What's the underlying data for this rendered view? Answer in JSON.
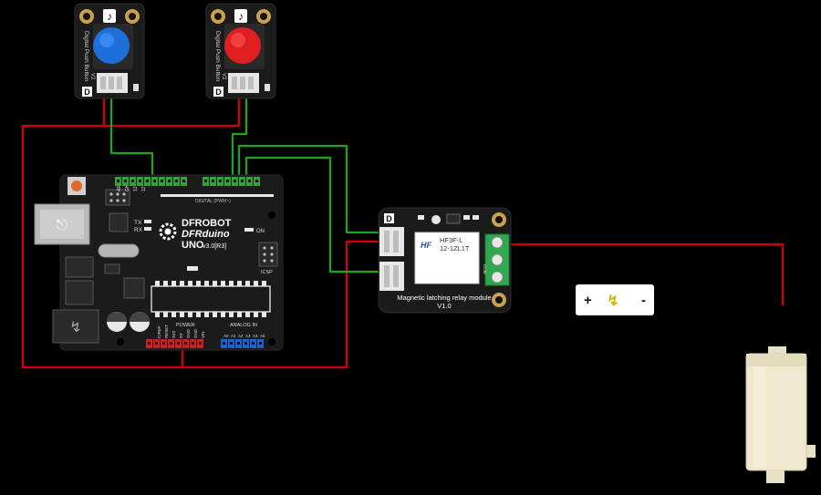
{
  "buttons": [
    {
      "text": "Digital Push Button",
      "ver": "V2",
      "pin": "D",
      "cap": "#1e6fd9",
      "cap_hi": "#4a9aff"
    },
    {
      "text": "Digital Push Button",
      "ver": "V2",
      "pin": "D",
      "cap": "#e02020",
      "cap_hi": "#ff5a5a"
    }
  ],
  "arduino": {
    "brand": "DFROBOT",
    "model": "DFRduino",
    "uno": "UNO",
    "version": "v3.0[R3]",
    "on_label": "ON",
    "icsp_label": "ICSP",
    "tx_label": "TX",
    "rx_label": "RX",
    "power_label": "POWER",
    "analog_label": "ANALOG IN",
    "digital_label": "DIGITAL (PWM~)",
    "aref_label": "AREF",
    "gnd_label": "GND",
    "pin_13": "13",
    "pin_12": "12",
    "power_pins": [
      "IOREF",
      "RESET",
      "3V3",
      "5V",
      "GND",
      "GND",
      "VIN"
    ],
    "analog_pins": [
      "A0",
      "A1",
      "A2",
      "A3",
      "A4",
      "A5"
    ]
  },
  "relay": {
    "name": "Magnetic latching relay module",
    "version": "V1.0",
    "pin": "D",
    "relay_part_1": "HF3F-L",
    "relay_part_2": "12-1ZL1T",
    "logo": "HF",
    "com_label": "COM"
  },
  "battery": {
    "plus": "+",
    "minus": "-"
  },
  "colors": {
    "wire_red": "#d40000",
    "wire_green": "#1aa81a",
    "pcb": "#1b1b1b",
    "header_green": "#3a9d3a",
    "header_red": "#cc1f1f",
    "header_blue": "#1f5fd0",
    "terminal_green": "#2fa84f"
  }
}
